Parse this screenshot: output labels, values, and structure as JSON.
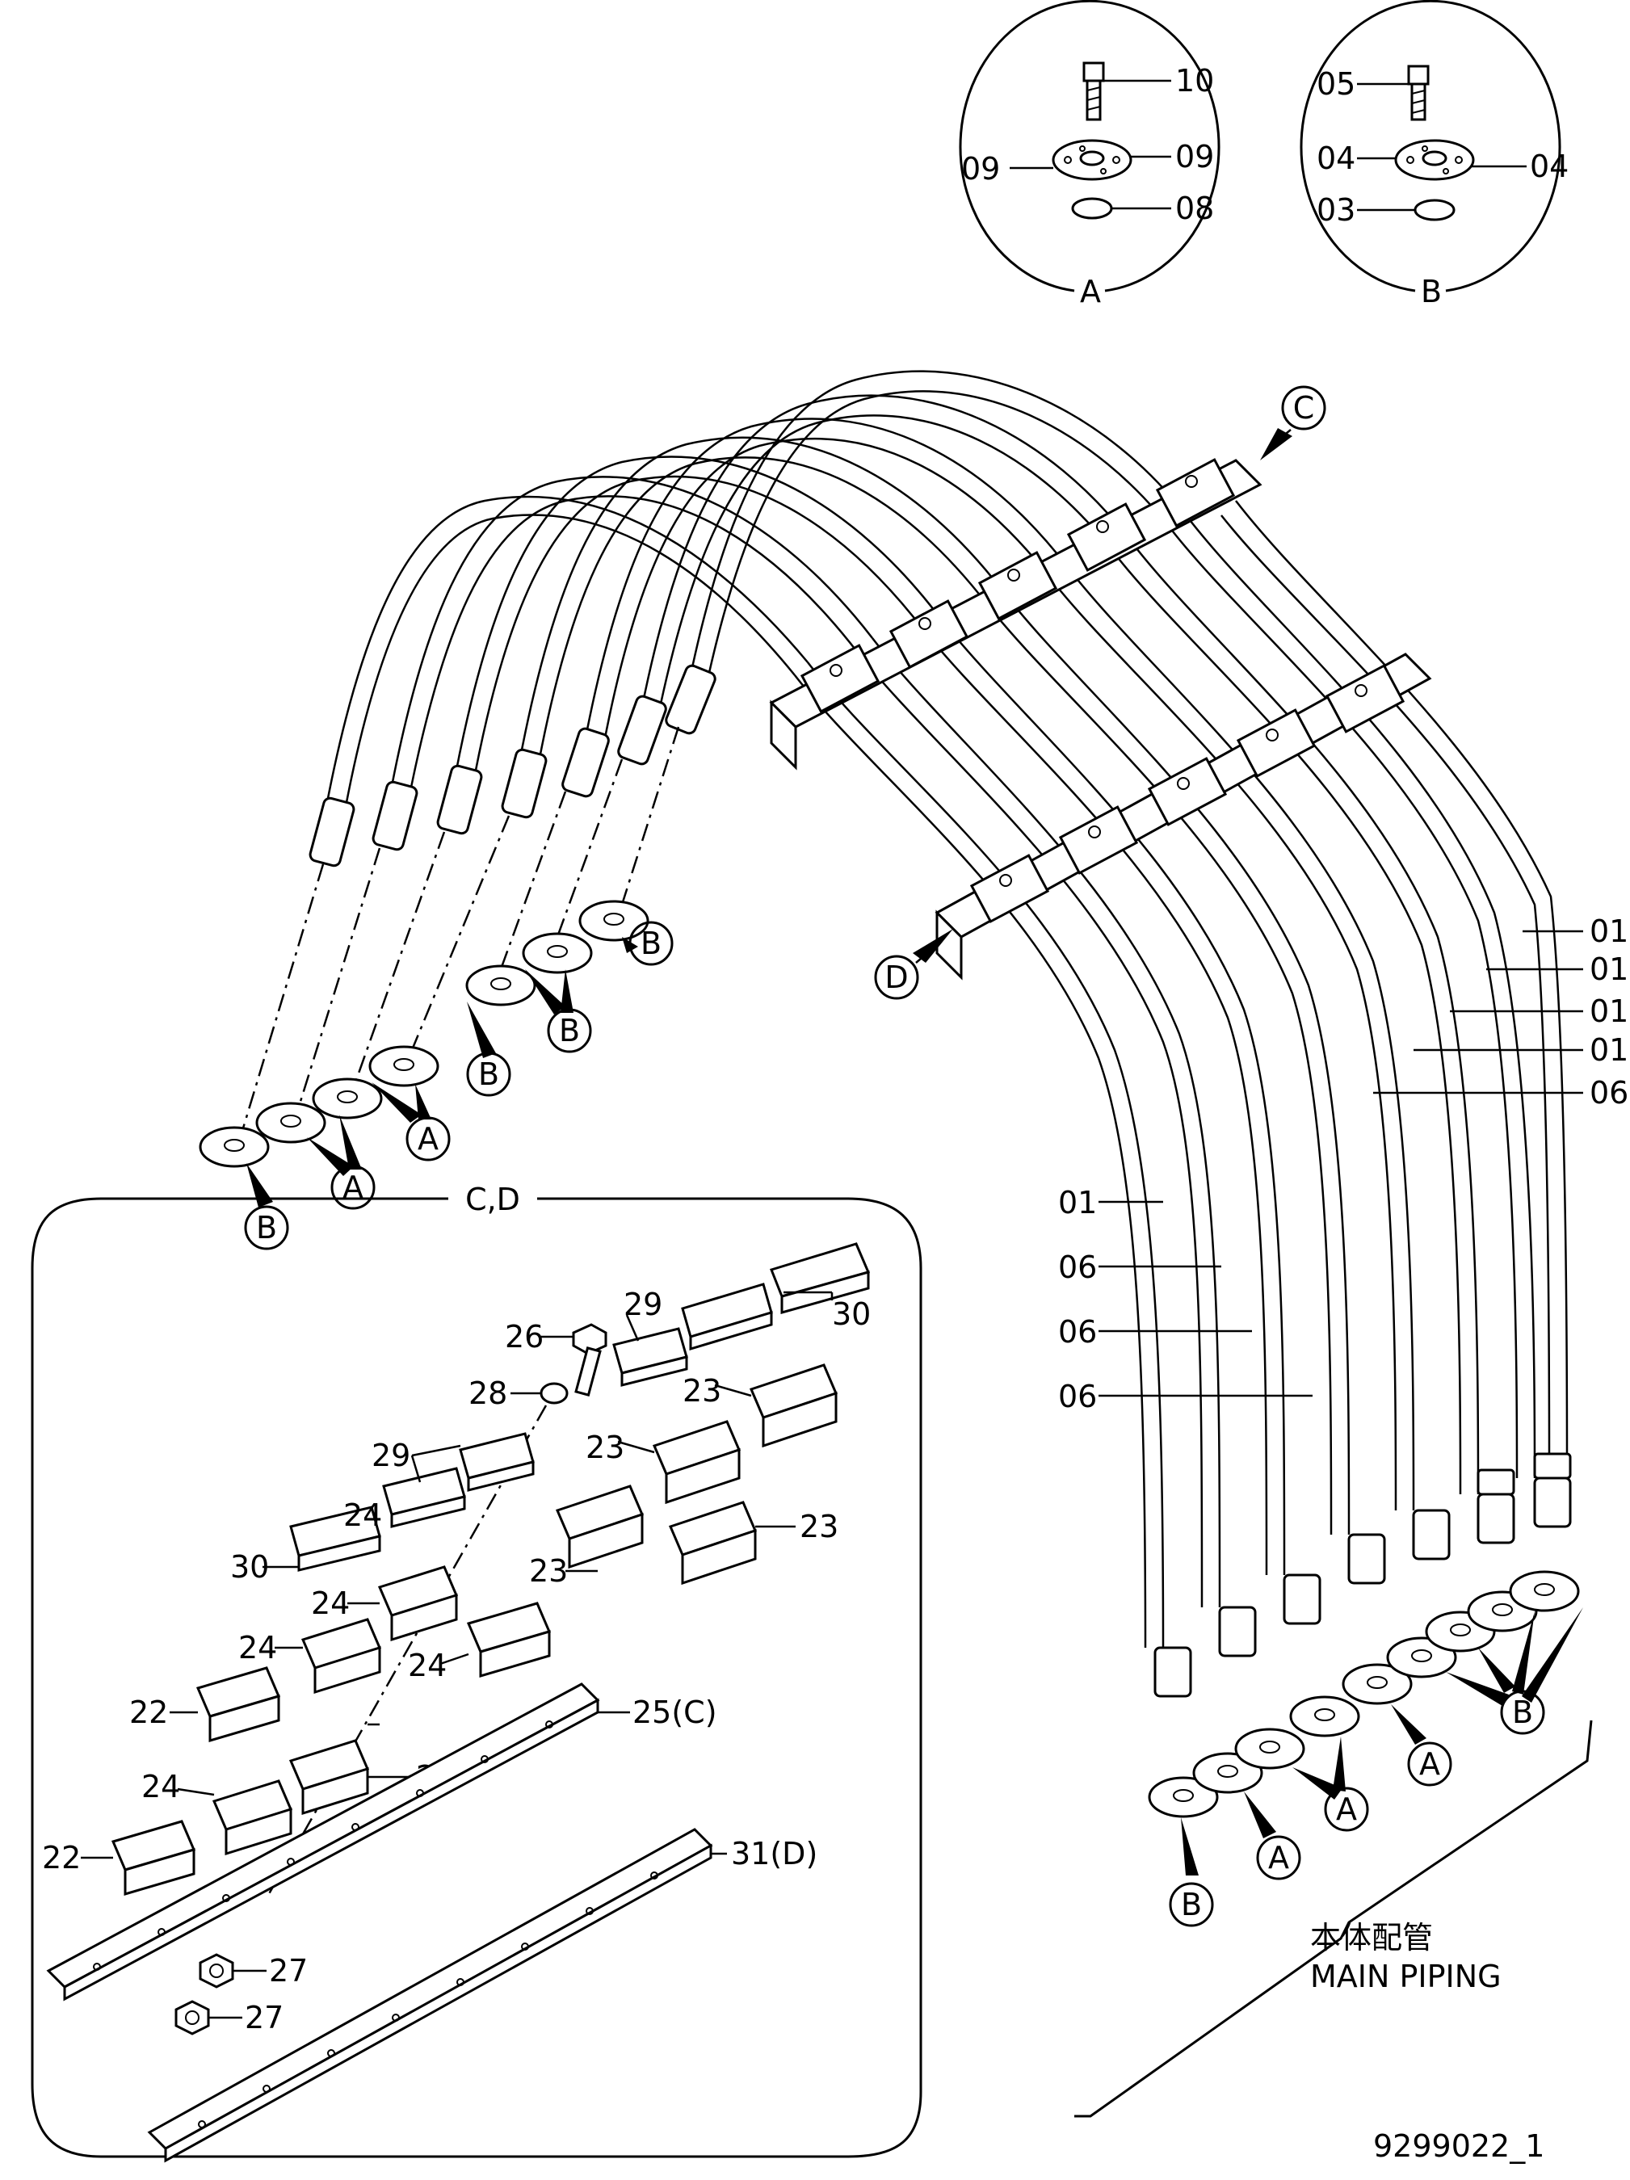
{
  "drawing_number": "9299022_1",
  "detail_a": {
    "title": "A",
    "parts": {
      "bolt": "10",
      "flange_left": "09",
      "flange_right": "09",
      "oring": "08"
    }
  },
  "detail_b": {
    "title": "B",
    "parts": {
      "bolt": "05",
      "flange_left": "04",
      "flange_right": "04",
      "oring": "03"
    }
  },
  "detail_cd": {
    "title": "C,D",
    "parts": {
      "p26": "26",
      "p28": "28",
      "p29a": "29",
      "p29b": "29",
      "p30a": "30",
      "p30b": "30",
      "p23a": "23",
      "p23b": "23",
      "p23c": "23",
      "p23d": "23",
      "p24a": "24",
      "p24b": "24",
      "p24c": "24",
      "p24d": "24",
      "p24e": "24",
      "p24f": "24",
      "p22a": "22",
      "p22b": "22",
      "p25": "25(C)",
      "p31": "31(D)",
      "p27a": "27",
      "p27b": "27"
    }
  },
  "callouts": {
    "c": "C",
    "d": "D",
    "a1": "A",
    "a2": "A",
    "a3": "A",
    "a4": "A",
    "a5": "A",
    "b1": "B",
    "b2": "B",
    "b3": "B",
    "b4": "B",
    "b5": "B",
    "b6": "B"
  },
  "hose_labels": {
    "r1": "01",
    "r2": "01",
    "r3": "01",
    "r4": "01",
    "r5": "06",
    "l1": "01",
    "l2": "06",
    "l3": "06",
    "l4": "06"
  },
  "group": {
    "label_jp": "本体配管",
    "label_en": "MAIN PIPING"
  }
}
